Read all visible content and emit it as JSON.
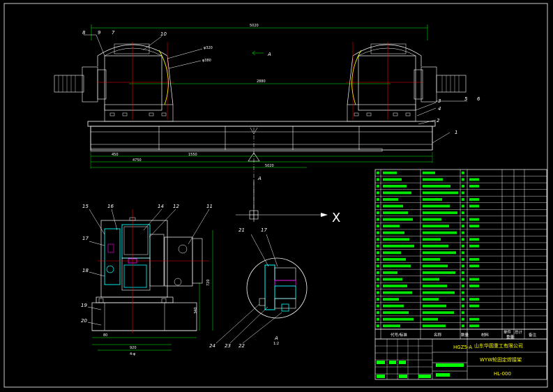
{
  "drawing": {
    "company": "山东华圆重工有限公司",
    "drawing_title": "WYW轮固定焊接架",
    "drawing_number": "HL-000",
    "part_code": "HGZ5-A",
    "view_arrow_label": "A",
    "section_label": "A",
    "section_scale": "1:2",
    "axis_label": "X"
  },
  "bom_header": {
    "code": "代号/标准",
    "name": "名称",
    "qty": "数量",
    "material": "材料",
    "unit_weight": "单件",
    "total_weight": "总计",
    "weight": "重量",
    "remark": "备注"
  },
  "balloons_top": [
    "8",
    "9",
    "7",
    "10",
    "3",
    "4",
    "5",
    "6",
    "2",
    "1"
  ],
  "balloons_side": [
    "15",
    "16",
    "14",
    "12",
    "11",
    "17",
    "18",
    "19",
    "20"
  ],
  "balloons_detail": [
    "21",
    "17",
    "24",
    "23",
    "22"
  ]
}
